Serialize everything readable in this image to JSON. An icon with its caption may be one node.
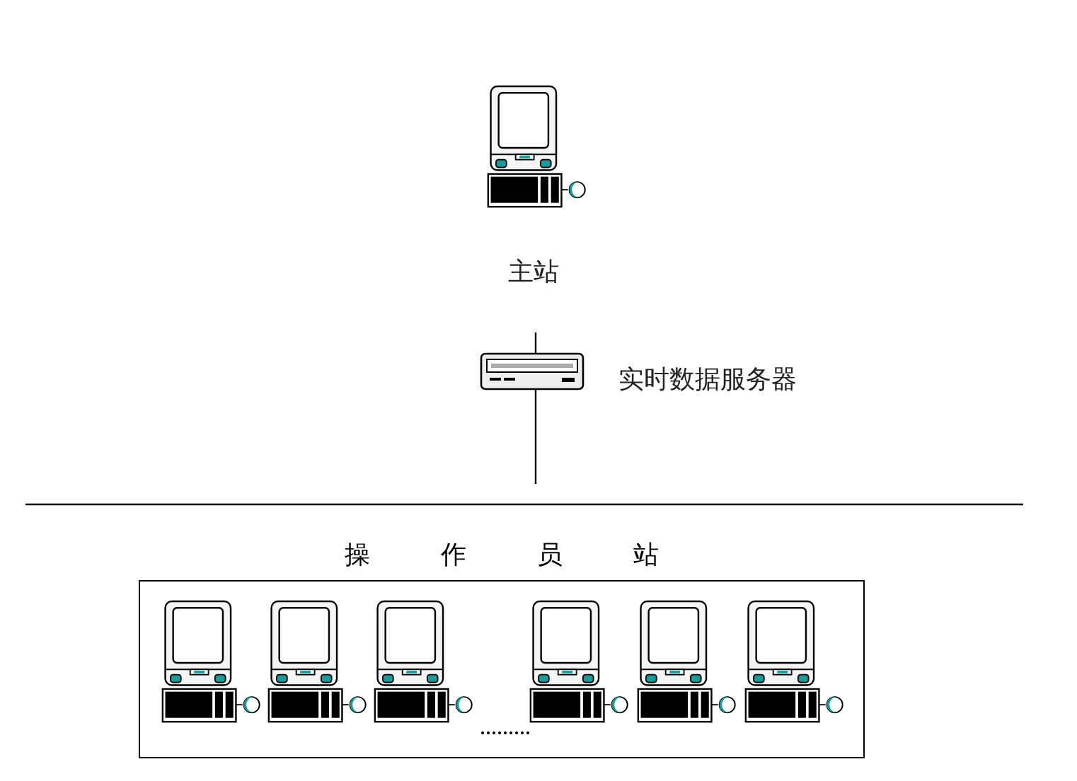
{
  "diagram": {
    "nodes": [
      {
        "text": [],
        "shape": "picture",
        "beside": [
          "主站"
        ]
      },
      {
        "text": [],
        "shape": "picture",
        "beside": [
          "实时数据服务器"
        ]
      },
      {
        "text": [
          "操作员站"
        ]
      },
      {
        "text": [],
        "shape": "picture",
        "in": 2
      },
      {
        "text": [],
        "shape": "picture",
        "in": 2
      },
      {
        "text": [],
        "shape": "picture",
        "in": 2
      },
      {
        "text": [],
        "shape": "picture",
        "in": 2
      },
      {
        "text": [],
        "shape": "picture",
        "in": 2
      },
      {
        "text": [],
        "shape": "picture",
        "in": 2
      }
    ]
  }
}
